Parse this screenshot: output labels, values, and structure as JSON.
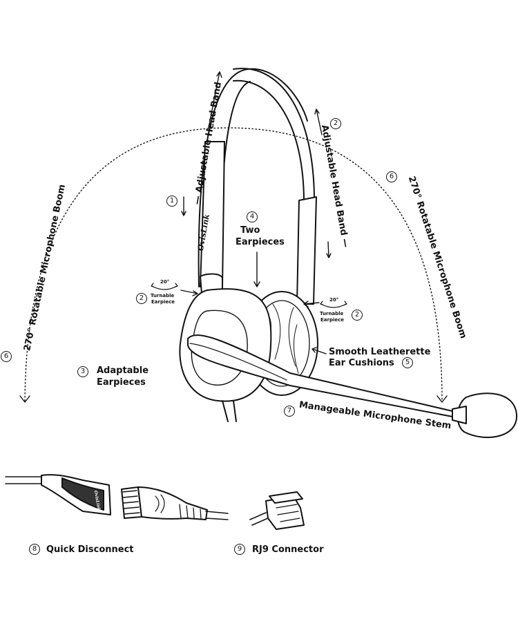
{
  "brand": "OvisLink",
  "labels": {
    "head_band_left": "— Adjustable Head Band",
    "head_band_left_num": "1",
    "head_band_right": "Adjustable Head Band —",
    "head_band_right_num": "2",
    "boom_left": "270° Rotatable Microphone Boom",
    "boom_left_num": "6",
    "boom_right": "270° Rotatable Microphone Boom",
    "boom_right_num": "6",
    "two_earpieces_line1": "Two",
    "two_earpieces_line2": "Earpieces",
    "two_earpieces_num": "4",
    "adaptable_line1": "Adaptable",
    "adaptable_line2": "Earpieces",
    "adaptable_num": "3",
    "turnable_left_deg": "20°",
    "turnable_left_line1": "Turnable",
    "turnable_left_line2": "Earpiece",
    "turnable_left_num": "2",
    "turnable_right_deg": "20°",
    "turnable_right_line1": "Turnable",
    "turnable_right_line2": "Earpiece",
    "turnable_right_num": "2",
    "cushions_line1": "Smooth Leatherette",
    "cushions_line2": "Ear Cushions",
    "cushions_num": "5",
    "stem": "Manageable Microphone Stem",
    "stem_num": "7",
    "quick_disconnect": "Quick Disconnect",
    "quick_disconnect_num": "8",
    "rj9": "RJ9 Connector",
    "rj9_num": "9",
    "plug_brand": "OvisLink"
  }
}
